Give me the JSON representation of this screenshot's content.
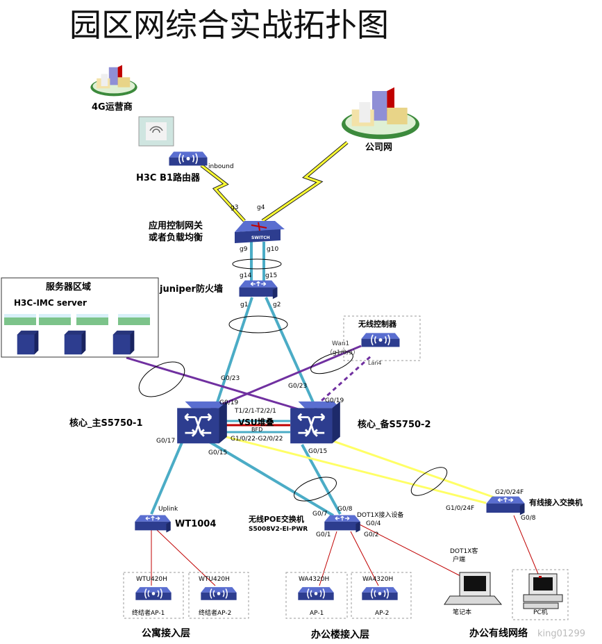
{
  "title": "园区网综合实战拓扑图",
  "devices": {
    "isp4g": "4G运营商",
    "company": "公司网",
    "b1": "H3C B1路由器",
    "acg_l1": "应用控制网关",
    "acg_l2": "或者负载均衡",
    "juniper": "juniper防火墙",
    "core_main": "核心_主S5750-1",
    "core_backup": "核心_备S5750-2",
    "vsu": "VSU堆叠",
    "bfd": "BFD",
    "ac": "无线控制器",
    "wired_sw": "有线接入交换机",
    "wt1004": "WT1004",
    "poe_l1": "无线POE交换机",
    "poe_l2": "S5008V2-EI-PWR",
    "dot1x_dev": "DOT1X接入设备",
    "dot1x_client_l1": "DOT1X客",
    "dot1x_client_l2": "户端",
    "laptop": "笔记本",
    "pc": "PC机",
    "server_area": "服务器区域",
    "imc": "H3C-IMC server",
    "wtu1": "WTU420H",
    "wtu2": "WTU420H",
    "ap_ext1": "终结者AP-1",
    "ap_ext2": "终结者AP-2",
    "wa1": "WA4320H",
    "wa2": "WA4320H",
    "ap1": "AP-1",
    "ap2": "AP-2",
    "switch_badge": "SWITCH",
    "imc_port": "====="
  },
  "ports": {
    "inbound": "inbound",
    "g3": "g3",
    "g4": "g4",
    "g9": "g9",
    "g10": "g10",
    "g14": "g14",
    "g15": "g15",
    "g1": "g1",
    "g2": "g2",
    "wan1": "Wan1",
    "wan1_if": "（g1/0/5）",
    "lan4": "Lan4",
    "g023a": "G0/23",
    "g023b": "G0/23",
    "g019a": "G0/19",
    "g019b": "G0/19",
    "t12": "T1/2/1-T2/2/1",
    "g1022": "G1/0/22-G2/0/22",
    "g017": "G0/17",
    "g015a": "G0/15",
    "g015b": "G0/15",
    "uplink": "Uplink",
    "g024f2": "G2/0/24F",
    "g024f1": "G1/0/24F",
    "g08a": "G0/8",
    "g08b": "G0/8",
    "g07": "G0/7",
    "g04": "G0/4",
    "g01": "G0/1",
    "g02": "G0/2"
  },
  "layers": {
    "apartment": "公寓接入层",
    "office_building": "办公楼接入层",
    "office_wired": "办公有线网络"
  },
  "watermark": "king01299",
  "colors": {
    "teal": "#4bacc6",
    "purple": "#7030a0",
    "yellow": "#ffff66",
    "red": "#c00000",
    "device": "#2d3d8f"
  }
}
